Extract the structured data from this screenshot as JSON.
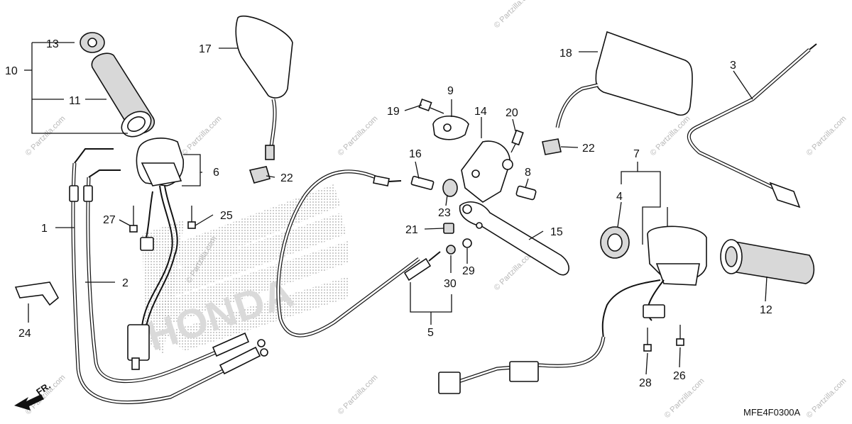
{
  "diagram": {
    "callouts": {
      "c1": "1",
      "c2": "2",
      "c3": "3",
      "c4": "4",
      "c5": "5",
      "c6": "6",
      "c7": "7",
      "c8": "8",
      "c9": "9",
      "c10": "10",
      "c11": "11",
      "c12": "12",
      "c13": "13",
      "c14": "14",
      "c15": "15",
      "c16": "16",
      "c17": "17",
      "c18": "18",
      "c19": "19",
      "c20": "20",
      "c21": "21",
      "c22a": "22",
      "c22b": "22",
      "c23": "23",
      "c24": "24",
      "c25": "25",
      "c26": "26",
      "c27": "27",
      "c28": "28",
      "c29": "29",
      "c30": "30"
    },
    "diagram_code": "MFE4F0300A",
    "front_arrow": "FR.",
    "watermark": "© Partzilla.com",
    "background_logo": "HONDA"
  }
}
